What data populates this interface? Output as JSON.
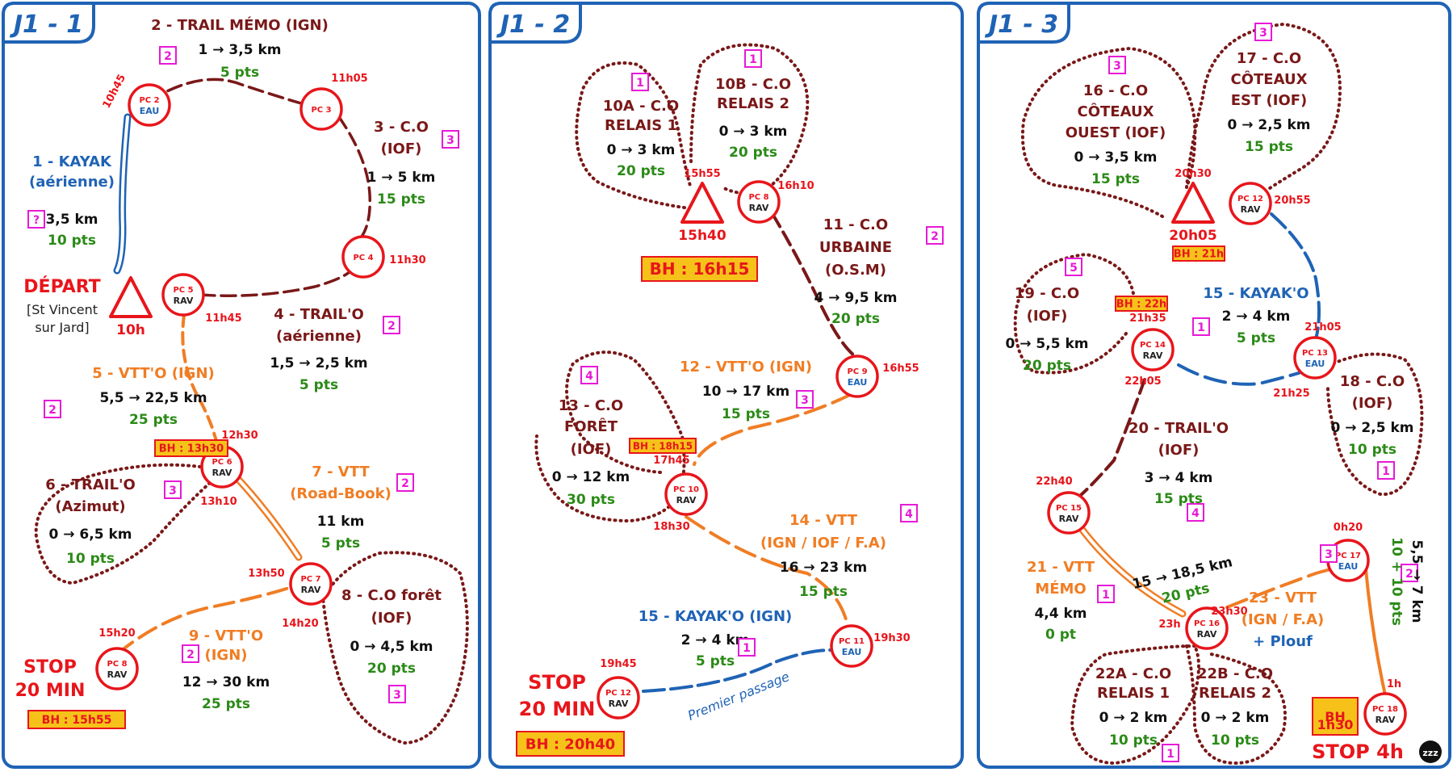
{
  "colors": {
    "red": "#e8151b",
    "maroon": "#7a1818",
    "blue": "#1f63b5",
    "orange": "#f07d24",
    "green": "#2b8a17",
    "magenta": "#e71ad7",
    "gold": "#f6c21a"
  },
  "panels": [
    {
      "title": "J1 - 1",
      "title_color": "#1f63b5",
      "nodes": [
        {
          "pc": "PC 2",
          "sub": "EAU",
          "sub_color": "#1f63b5",
          "time": "10h45",
          "time_rot": -62
        },
        {
          "pc": "PC 3",
          "sub": "",
          "sub_color": "#1f63b5",
          "time": "11h05",
          "time_rot": 0
        },
        {
          "pc": "PC 4",
          "sub": "",
          "sub_color": "#1f63b5",
          "time": "11h30",
          "time_rot": 0
        },
        {
          "pc": "PC 5",
          "sub": "RAV",
          "sub_color": "#222222",
          "time": "11h45",
          "time_rot": 0
        },
        {
          "pc": "PC 6",
          "sub": "RAV",
          "sub_color": "#222222",
          "time": "12h30",
          "time_rot": 0,
          "time2": "13h10"
        },
        {
          "pc": "PC 7",
          "sub": "RAV",
          "sub_color": "#222222",
          "time": "13h50",
          "time_rot": 0,
          "time2": "14h20"
        },
        {
          "pc": "PC 8",
          "sub": "RAV",
          "sub_color": "#222222",
          "time": "15h20",
          "time_rot": 0
        }
      ],
      "triangles": [
        {
          "time": "10h"
        }
      ],
      "badges": [
        "BH : 13h30",
        "BH : 15h55"
      ],
      "legs": [
        {
          "lines": [
            {
              "t": "2 - TRAIL MÉMO (IGN)",
              "c": "maroon"
            },
            {
              "t": "1 → 3,5 km",
              "c": "black"
            },
            {
              "t": "5 pts",
              "c": "green"
            }
          ],
          "box": "2"
        },
        {
          "lines": [
            {
              "t": "3 - C.O",
              "c": "maroon"
            },
            {
              "t": "(IOF)",
              "c": "maroon"
            },
            {
              "t": "1 → 5 km",
              "c": "black"
            },
            {
              "t": "15 pts",
              "c": "green"
            }
          ],
          "box": "3"
        },
        {
          "lines": [
            {
              "t": "1 - KAYAK",
              "c": "blue"
            },
            {
              "t": "(aérienne)",
              "c": "blue"
            },
            {
              "t": "3,5 km",
              "c": "black"
            },
            {
              "t": "10 pts",
              "c": "green"
            }
          ],
          "box": "?"
        },
        {
          "lines": [
            {
              "t": "4 - TRAIL'O",
              "c": "maroon"
            },
            {
              "t": "(aérienne)",
              "c": "maroon"
            },
            {
              "t": "1,5 → 2,5 km",
              "c": "black"
            },
            {
              "t": "5 pts",
              "c": "green"
            }
          ],
          "box": "2"
        },
        {
          "lines": [
            {
              "t": "5 - VTT'O (IGN)",
              "c": "orange"
            },
            {
              "t": "5,5 → 22,5 km",
              "c": "black"
            },
            {
              "t": "25 pts",
              "c": "green"
            }
          ],
          "box": "2"
        },
        {
          "lines": [
            {
              "t": "6 - TRAIL'O",
              "c": "maroon"
            },
            {
              "t": "(Azimut)",
              "c": "maroon"
            },
            {
              "t": "0 → 6,5 km",
              "c": "black"
            },
            {
              "t": "10 pts",
              "c": "green"
            }
          ],
          "box": "3"
        },
        {
          "lines": [
            {
              "t": "7 - VTT",
              "c": "orange"
            },
            {
              "t": "(Road-Book)",
              "c": "orange"
            },
            {
              "t": "11 km",
              "c": "black"
            },
            {
              "t": "5 pts",
              "c": "green"
            }
          ],
          "box": "2"
        },
        {
          "lines": [
            {
              "t": "8 - C.O forêt",
              "c": "maroon"
            },
            {
              "t": "(IOF)",
              "c": "maroon"
            },
            {
              "t": "0 → 4,5 km",
              "c": "black"
            },
            {
              "t": "20 pts",
              "c": "green"
            }
          ],
          "box": "3"
        },
        {
          "lines": [
            {
              "t": "9 - VTT'O",
              "c": "orange"
            },
            {
              "t": "(IGN)",
              "c": "orange"
            },
            {
              "t": "12 → 30 km",
              "c": "black"
            },
            {
              "t": "25 pts",
              "c": "green"
            }
          ],
          "box": "2"
        }
      ],
      "texts": [
        "DÉPART",
        "[St Vincent",
        "sur Jard]",
        "STOP",
        "20 MIN"
      ]
    },
    {
      "title": "J1 - 2",
      "title_color": "#1f63b5",
      "nodes": [
        {
          "pc": "PC 8",
          "sub": "RAV",
          "sub_color": "#222222",
          "time": "16h10",
          "time_rot": 0
        },
        {
          "pc": "PC 9",
          "sub": "EAU",
          "sub_color": "#1f63b5",
          "time": "16h55",
          "time_rot": 0
        },
        {
          "pc": "PC 10",
          "sub": "RAV",
          "sub_color": "#222222",
          "time": "17h45",
          "time_rot": 0,
          "time2": "18h30"
        },
        {
          "pc": "PC 11",
          "sub": "EAU",
          "sub_color": "#1f63b5",
          "time": "19h30",
          "time_rot": 0
        },
        {
          "pc": "PC 12",
          "sub": "RAV",
          "sub_color": "#222222",
          "time": "19h45",
          "time_rot": 0
        }
      ],
      "triangles": [
        {
          "time": "15h40",
          "time_top": "15h55"
        }
      ],
      "badges": [
        "BH : 16h15",
        "BH : 18h15",
        "BH : 20h40"
      ],
      "legs": [
        {
          "lines": [
            {
              "t": "10A - C.O",
              "c": "maroon"
            },
            {
              "t": "RELAIS 1",
              "c": "maroon"
            },
            {
              "t": "0 → 3 km",
              "c": "black"
            },
            {
              "t": "20 pts",
              "c": "green"
            }
          ],
          "box": "1"
        },
        {
          "lines": [
            {
              "t": "10B - C.O",
              "c": "maroon"
            },
            {
              "t": "RELAIS 2",
              "c": "maroon"
            },
            {
              "t": "0 → 3 km",
              "c": "black"
            },
            {
              "t": "20 pts",
              "c": "green"
            }
          ],
          "box": "1"
        },
        {
          "lines": [
            {
              "t": "11 - C.O",
              "c": "maroon"
            },
            {
              "t": "URBAINE",
              "c": "maroon"
            },
            {
              "t": "(O.S.M)",
              "c": "maroon"
            },
            {
              "t": "4 → 9,5 km",
              "c": "black"
            },
            {
              "t": "20 pts",
              "c": "green"
            }
          ],
          "box": "2"
        },
        {
          "lines": [
            {
              "t": "12 - VTT'O (IGN)",
              "c": "orange"
            },
            {
              "t": "10 → 17 km",
              "c": "black"
            },
            {
              "t": "15 pts",
              "c": "green"
            }
          ],
          "box": "3"
        },
        {
          "lines": [
            {
              "t": "13 - C.O",
              "c": "maroon"
            },
            {
              "t": "FORÊT",
              "c": "maroon"
            },
            {
              "t": "(IOF)",
              "c": "maroon"
            },
            {
              "t": "0 → 12 km",
              "c": "black"
            },
            {
              "t": "30 pts",
              "c": "green"
            }
          ],
          "box": "4"
        },
        {
          "lines": [
            {
              "t": "14 - VTT",
              "c": "orange"
            },
            {
              "t": "(IGN / IOF / F.A)",
              "c": "orange"
            },
            {
              "t": "16 → 23 km",
              "c": "black"
            },
            {
              "t": "15 pts",
              "c": "green"
            }
          ],
          "box": "4"
        },
        {
          "lines": [
            {
              "t": "15 - KAYAK'O (IGN)",
              "c": "blue"
            },
            {
              "t": "2 → 4 km",
              "c": "black"
            },
            {
              "t": "5 pts",
              "c": "green"
            }
          ],
          "box": "1"
        }
      ],
      "texts": [
        "STOP",
        "20 MIN",
        "Premier passage"
      ]
    },
    {
      "title": "J1 - 3",
      "title_color": "#1f63b5",
      "nodes": [
        {
          "pc": "PC 12",
          "sub": "RAV",
          "sub_color": "#222222",
          "time": "20h55",
          "time_rot": 0
        },
        {
          "pc": "PC 14",
          "sub": "RAV",
          "sub_color": "#222222",
          "time": "21h35",
          "time_rot": 0,
          "time2": "22h05"
        },
        {
          "pc": "PC 13",
          "sub": "EAU",
          "sub_color": "#1f63b5",
          "time": "21h05",
          "time_rot": 0,
          "time2": "21h25"
        },
        {
          "pc": "PC 15",
          "sub": "RAV",
          "sub_color": "#222222",
          "time": "22h40",
          "time_rot": 0
        },
        {
          "pc": "PC 16",
          "sub": "RAV",
          "sub_color": "#222222",
          "time": "23h",
          "time_rot": 0,
          "time2": "23h30"
        },
        {
          "pc": "PC 17",
          "sub": "EAU",
          "sub_color": "#1f63b5",
          "time": "0h20",
          "time_rot": 0
        },
        {
          "pc": "PC 18",
          "sub": "RAV",
          "sub_color": "#222222",
          "time": "1h",
          "time_rot": 0
        }
      ],
      "triangles": [
        {
          "time": "20h05",
          "time_top": "20h30"
        }
      ],
      "badges": [
        "BH : 21h",
        "BH : 22h",
        "BH",
        "1h30"
      ],
      "legs": [
        {
          "lines": [
            {
              "t": "16 - C.O",
              "c": "maroon"
            },
            {
              "t": "CÔTEAUX",
              "c": "maroon"
            },
            {
              "t": "OUEST (IOF)",
              "c": "maroon"
            },
            {
              "t": "0 → 3,5 km",
              "c": "black"
            },
            {
              "t": "15 pts",
              "c": "green"
            }
          ],
          "box": "3"
        },
        {
          "lines": [
            {
              "t": "17 - C.O",
              "c": "maroon"
            },
            {
              "t": "CÔTEAUX",
              "c": "maroon"
            },
            {
              "t": "EST (IOF)",
              "c": "maroon"
            },
            {
              "t": "0 → 2,5 km",
              "c": "black"
            },
            {
              "t": "15 pts",
              "c": "green"
            }
          ],
          "box": "3"
        },
        {
          "lines": [
            {
              "t": "19 - C.O",
              "c": "maroon"
            },
            {
              "t": "(IOF)",
              "c": "maroon"
            },
            {
              "t": "0 → 5,5 km",
              "c": "black"
            },
            {
              "t": "20 pts",
              "c": "green"
            }
          ],
          "box": "5"
        },
        {
          "lines": [
            {
              "t": "15 - KAYAK'O",
              "c": "blue"
            },
            {
              "t": "2 → 4 km",
              "c": "black"
            },
            {
              "t": "5 pts",
              "c": "green"
            }
          ],
          "box": "1"
        },
        {
          "lines": [
            {
              "t": "18 - C.O",
              "c": "maroon"
            },
            {
              "t": "(IOF)",
              "c": "maroon"
            },
            {
              "t": "0 → 2,5 km",
              "c": "black"
            },
            {
              "t": "10 pts",
              "c": "green"
            }
          ],
          "box": "1"
        },
        {
          "lines": [
            {
              "t": "20 - TRAIL'O",
              "c": "maroon"
            },
            {
              "t": "(IOF)",
              "c": "maroon"
            },
            {
              "t": "3 → 4 km",
              "c": "black"
            },
            {
              "t": "15 pts",
              "c": "green"
            }
          ],
          "box": "4"
        },
        {
          "lines": [
            {
              "t": "21 - VTT",
              "c": "orange"
            },
            {
              "t": "MÉMO",
              "c": "orange"
            },
            {
              "t": "4,4 km",
              "c": "black"
            },
            {
              "t": "0 pt",
              "c": "green"
            }
          ],
          "box": "1"
        },
        {
          "lines": [
            {
              "t": "15 → 18,5 km",
              "c": "black"
            },
            {
              "t": "20 pts",
              "c": "green"
            }
          ],
          "box": "3"
        },
        {
          "lines": [
            {
              "t": "23 - VTT",
              "c": "orange"
            },
            {
              "t": "(IGN / F.A)",
              "c": "orange"
            },
            {
              "t": "+ Plouf",
              "c": "blue"
            }
          ],
          "box": "2"
        },
        {
          "lines": [
            {
              "t": "5,5 → 7 km",
              "c": "black"
            },
            {
              "t": "10 + 10 pts",
              "c": "green"
            }
          ],
          "box": ""
        },
        {
          "lines": [
            {
              "t": "22A - C.O",
              "c": "maroon"
            },
            {
              "t": "RELAIS 1",
              "c": "maroon"
            },
            {
              "t": "0 → 2 km",
              "c": "black"
            },
            {
              "t": "10 pts",
              "c": "green"
            }
          ],
          "box": "1"
        },
        {
          "lines": [
            {
              "t": "22B - C.O",
              "c": "maroon"
            },
            {
              "t": "RELAIS 2",
              "c": "maroon"
            },
            {
              "t": "0 → 2 km",
              "c": "black"
            },
            {
              "t": "10 pts",
              "c": "green"
            }
          ],
          "box": ""
        }
      ],
      "texts": [
        "STOP 4h",
        "zzz"
      ]
    }
  ]
}
